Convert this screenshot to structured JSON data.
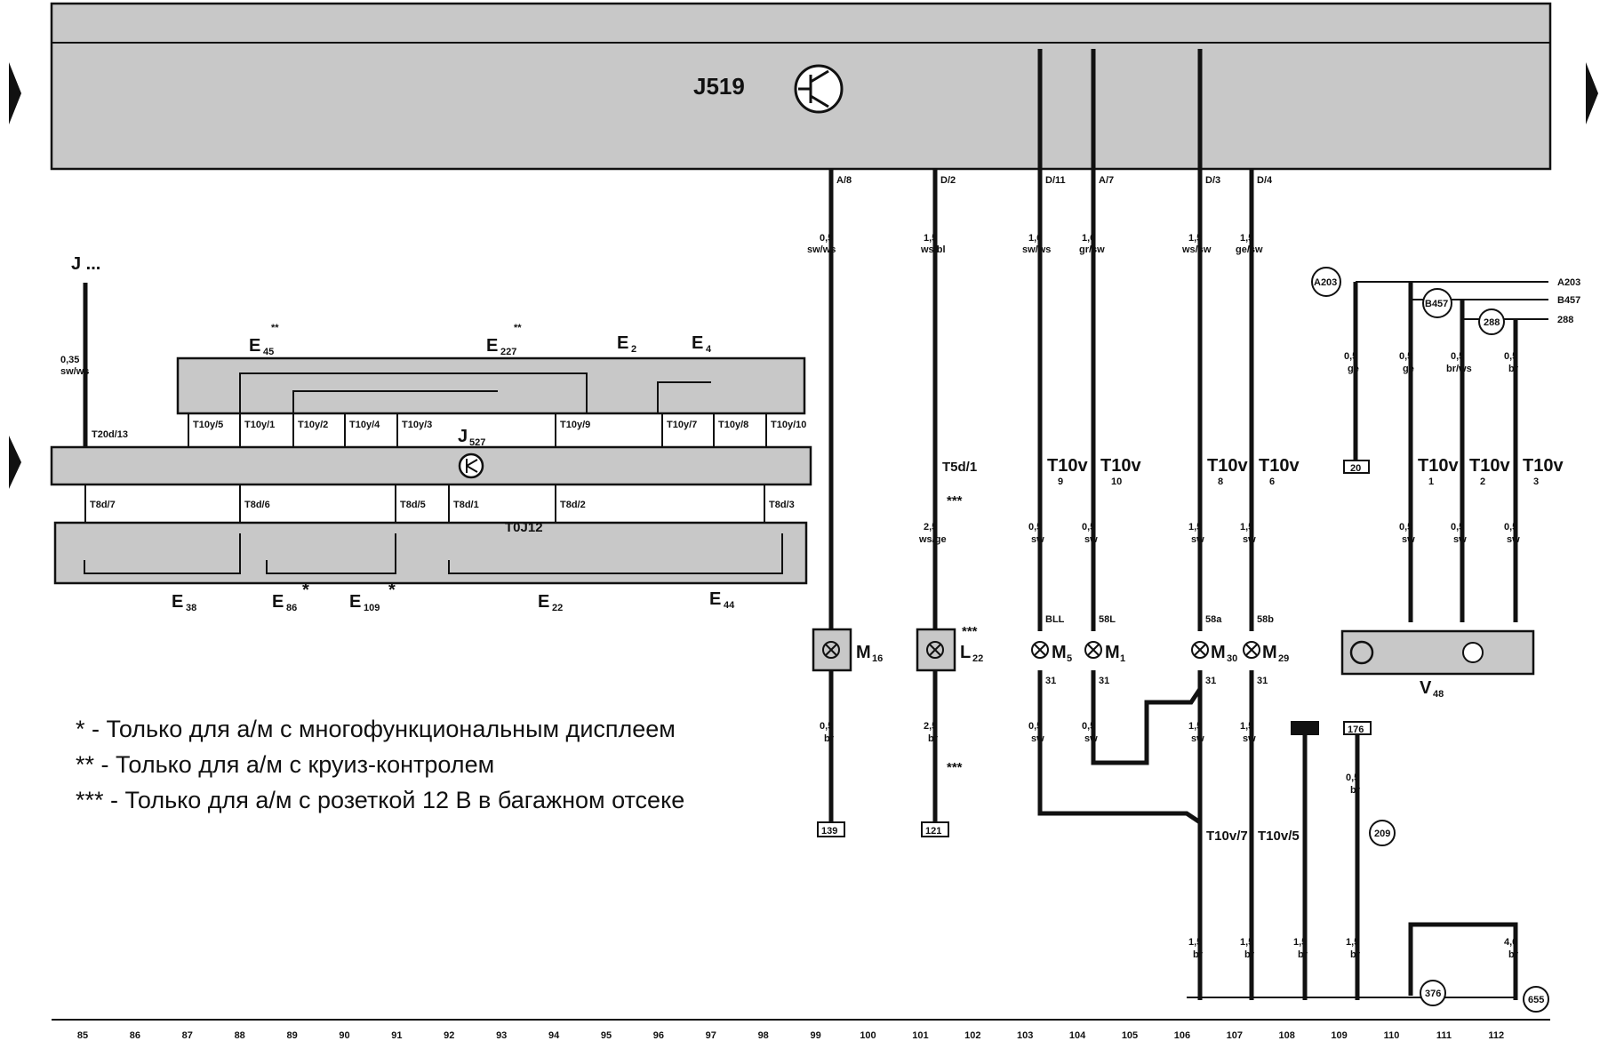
{
  "control_unit_main": "J519",
  "control_unit_second": "J",
  "control_unit_second_sub": "527",
  "relay_top_left": "J ...",
  "relay_top_left_wire": {
    "size": "0,35",
    "color": "sw/ws",
    "terminal": "T20d/13"
  },
  "switch_top_labels": [
    {
      "base": "E",
      "sub": "45",
      "mark": "**"
    },
    {
      "base": "E",
      "sub": "227",
      "mark": "**"
    },
    {
      "base": "E",
      "sub": "2",
      "mark": ""
    },
    {
      "base": "E",
      "sub": "4",
      "mark": ""
    }
  ],
  "switch_bottom_labels": [
    {
      "base": "E",
      "sub": "38",
      "mark": ""
    },
    {
      "base": "E",
      "sub": "86",
      "mark": "*"
    },
    {
      "base": "E",
      "sub": "109",
      "mark": "*"
    },
    {
      "base": "E",
      "sub": "22",
      "mark": ""
    },
    {
      "base": "E",
      "sub": "44",
      "mark": ""
    }
  ],
  "top_connectors": [
    "T10y/5",
    "T10y/1",
    "T10y/2",
    "T10y/4",
    "T10y/3",
    "T10y/9",
    "T10y/7",
    "T10y/8",
    "T10y/10"
  ],
  "bottom_connectors": [
    "T8d/7",
    "T8d/6",
    "T8d/5",
    "T8d/1",
    "T8d/2",
    "T8d/3"
  ],
  "inner_connector": "T0J12",
  "j519_pins": [
    "A/8",
    "D/2",
    "D/11",
    "A/7",
    "D/3",
    "D/4"
  ],
  "j519_wires": [
    {
      "size": "0,5",
      "color": "sw/ws"
    },
    {
      "size": "1,5",
      "color": "ws/bl"
    },
    {
      "size": "1,0",
      "color": "sw/ws"
    },
    {
      "size": "1,0",
      "color": "gr/sw"
    },
    {
      "size": "1,5",
      "color": "ws/sw"
    },
    {
      "size": "1,5",
      "color": "ge/sw"
    }
  ],
  "ground_points": [
    "A203",
    "B457",
    "288"
  ],
  "ground_wires": [
    {
      "size": "0,5",
      "color": "ge"
    },
    {
      "size": "0,5",
      "color": "ge"
    },
    {
      "size": "0,5",
      "color": "br/ws"
    },
    {
      "size": "0,5",
      "color": "br"
    }
  ],
  "mid_connectors": [
    {
      "name": "T5d/1",
      "pin": ""
    },
    {
      "name": "T10v",
      "pin": "9"
    },
    {
      "name": "T10v",
      "pin": "10"
    },
    {
      "name": "T10v",
      "pin": "8"
    },
    {
      "name": "T10v",
      "pin": "6"
    },
    {
      "name": "T10v",
      "pin": "1"
    },
    {
      "name": "T10v",
      "pin": "2"
    },
    {
      "name": "T10v",
      "pin": "3"
    }
  ],
  "box_20": "20",
  "mid_wires": [
    {
      "size": "2,5",
      "color": "ws/ge"
    },
    {
      "size": "0,5",
      "color": "sw"
    },
    {
      "size": "0,5",
      "color": "sw"
    },
    {
      "size": "1,5",
      "color": "sw"
    },
    {
      "size": "1,5",
      "color": "sw"
    },
    {
      "size": "0,5",
      "color": "sw"
    },
    {
      "size": "0,5",
      "color": "sw"
    },
    {
      "size": "0,5",
      "color": "sw"
    }
  ],
  "lamp_labels": [
    {
      "base": "M",
      "sub": "16"
    },
    {
      "base": "L",
      "sub": "22"
    },
    {
      "base": "M",
      "sub": "5"
    },
    {
      "base": "M",
      "sub": "1"
    },
    {
      "base": "M",
      "sub": "30"
    },
    {
      "base": "M",
      "sub": "29"
    }
  ],
  "lamp_pin_labels": [
    "BLL",
    "58L",
    "58a",
    "58b",
    "31"
  ],
  "motor_label": {
    "base": "V",
    "sub": "48"
  },
  "lower_wires": [
    {
      "size": "0,5",
      "color": "br"
    },
    {
      "size": "2,5",
      "color": "br"
    },
    {
      "size": "0,5",
      "color": "sw"
    },
    {
      "size": "0,5",
      "color": "sw"
    },
    {
      "size": "1,5",
      "color": "sw"
    },
    {
      "size": "1,5",
      "color": "sw"
    },
    {
      "size": "0,5",
      "color": "br"
    }
  ],
  "bottom_boxes": [
    "139",
    "121",
    "176"
  ],
  "lower_connectors": [
    "T10v/7",
    "T10v/5"
  ],
  "ground_bottom": [
    "209",
    "376",
    "655"
  ],
  "bottom_wires": [
    {
      "size": "1,5",
      "color": "br"
    },
    {
      "size": "1,5",
      "color": "br"
    },
    {
      "size": "1,5",
      "color": "br"
    },
    {
      "size": "1,5",
      "color": "br"
    },
    {
      "size": "4,0",
      "color": "br"
    }
  ],
  "asterisk_marks": [
    "***",
    "***",
    "***"
  ],
  "notes": [
    "* - Только для а/м с многофункциональным дисплеем",
    "** - Только для а/м с круиз-контролем",
    "*** - Только для а/м с розеткой 12 В в багажном отсеке"
  ],
  "path_numbers": [
    "85",
    "86",
    "87",
    "88",
    "89",
    "90",
    "91",
    "92",
    "93",
    "94",
    "95",
    "96",
    "97",
    "98",
    "99",
    "100",
    "101",
    "102",
    "103",
    "104",
    "105",
    "106",
    "107",
    "108",
    "109",
    "110",
    "111",
    "112"
  ]
}
